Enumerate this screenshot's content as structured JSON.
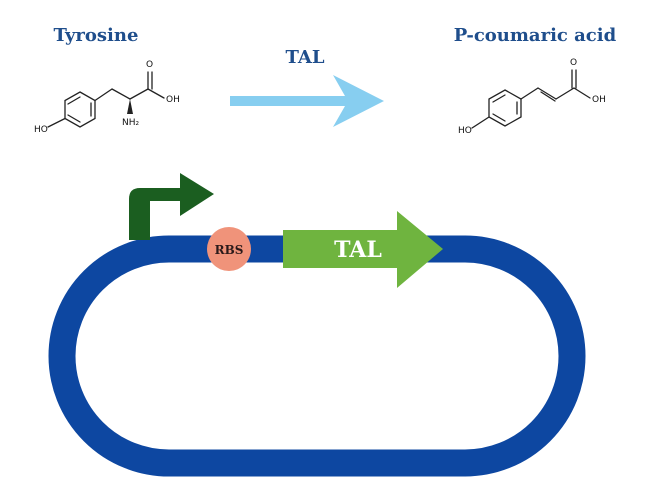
{
  "molecules": {
    "tyrosine": {
      "name": "Tyrosine",
      "atoms": {
        "oh_phenol": "HO",
        "nh2": "NH₂",
        "o": "O",
        "oh_acid": "OH"
      }
    },
    "coumaric": {
      "name": "P-coumaric acid",
      "atoms": {
        "oh_phenol": "HO",
        "o": "O",
        "oh_acid": "OH"
      }
    }
  },
  "reaction": {
    "enzyme_label": "TAL",
    "arrow_color": "#87cef0"
  },
  "plasmid": {
    "backbone_color": "#0d47a1",
    "promoter_color": "#1b5e20",
    "rbs": {
      "label": "RBS",
      "color": "#f0937a"
    },
    "gene": {
      "label": "TAL",
      "color": "#6fb43f"
    }
  }
}
